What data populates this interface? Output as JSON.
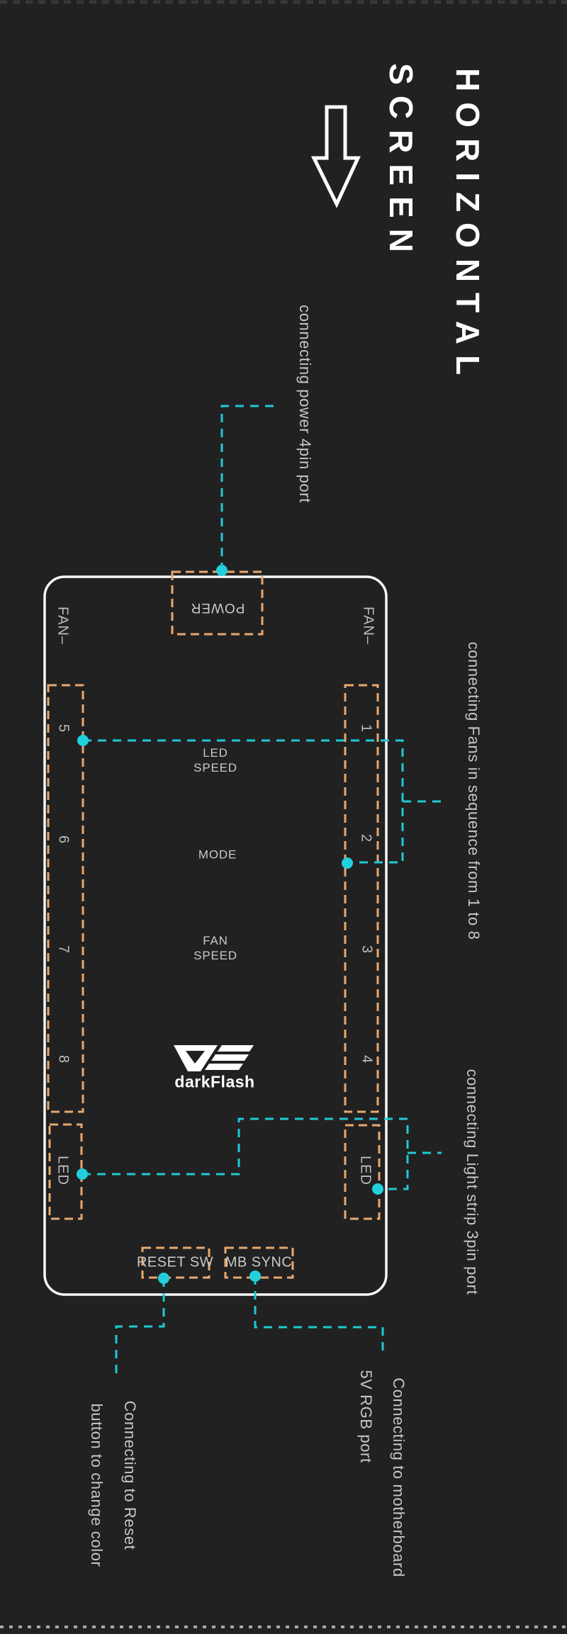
{
  "meta": {
    "background_color": "#212121",
    "accent_cyan": "#1fc9d6",
    "accent_orange": "#e8a86e",
    "device_border_color": "#f7f7f7",
    "label_gray": "#c6c6c6"
  },
  "title": {
    "line1": "HORIZONTAL",
    "line2": "SCREEN",
    "arrow_icon": "down-outline-arrow"
  },
  "annotations": {
    "power": "connecting power 4pin port",
    "fans": "connecting Fans in sequence from 1 to 8",
    "light_strip": "connecting Light strip 3pin port",
    "reset_line1": "Connecting to Reset",
    "reset_line2": "button to change color",
    "mb_line1": "Connecting to motherboard",
    "mb_line2": "5V RGB port"
  },
  "device": {
    "power_label": "POWER",
    "fan_label_left": "FAN–",
    "fan_label_right": "FAN–",
    "ports_left": [
      "5",
      "6",
      "7",
      "8"
    ],
    "ports_right": [
      "1",
      "2",
      "3",
      "4"
    ],
    "center_labels": {
      "led_speed_l1": "LED",
      "led_speed_l2": "SPEED",
      "mode": "MODE",
      "fan_speed_l1": "FAN",
      "fan_speed_l2": "SPEED"
    },
    "led_label_left": "LED",
    "led_label_right": "LED",
    "reset_sw": "RESET SW",
    "mb_sync": "MB SYNC",
    "brand": "darkFlash",
    "logo_icon": "darkflash-wing-logo"
  }
}
